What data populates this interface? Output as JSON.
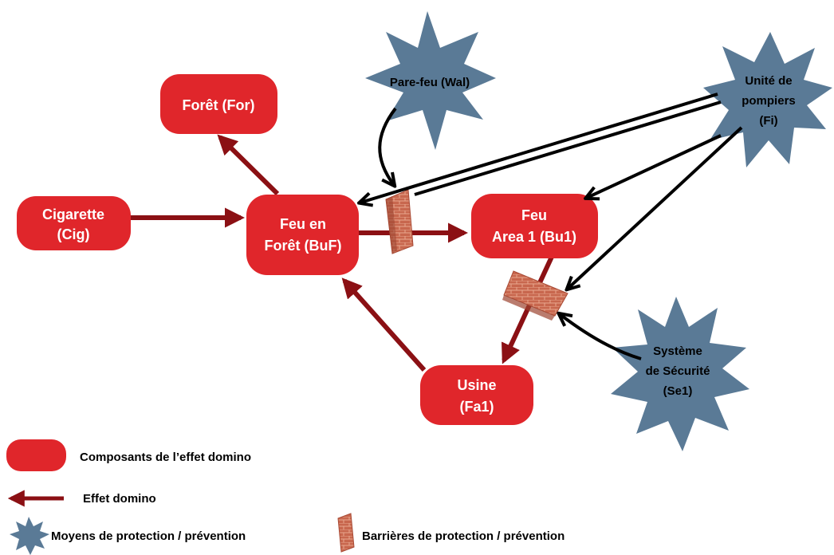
{
  "nodes": {
    "foret": {
      "line1": "Forêt (For)"
    },
    "cigarette": {
      "line1": "Cigarette",
      "line2": "(Cig)"
    },
    "feu_foret": {
      "line1": "Feu en",
      "line2": "Forêt (BuF)"
    },
    "feu_area": {
      "line1": "Feu",
      "line2": "Area 1 (Bu1)"
    },
    "usine": {
      "line1": "Usine",
      "line2": "(Fa1)"
    }
  },
  "protections": {
    "parefeu": {
      "line1": "Pare-feu (Wal)"
    },
    "pompiers": {
      "line1": "Unité de",
      "line2": "pompiers",
      "line3": "(Fi)"
    },
    "securite": {
      "line1": "Système",
      "line2": "de Sécurité",
      "line3": "(Se1)"
    }
  },
  "legend": {
    "components": "Composants de l’effet domino",
    "domino": "Effet domino",
    "protection_means": "Moyens de protection / prévention",
    "barriers": "Barrières de protection / prévention"
  },
  "colors": {
    "node": "#e0262b",
    "domino_arrow": "#8b1014",
    "star": "#5a7a96",
    "brick": "#c8674e"
  }
}
